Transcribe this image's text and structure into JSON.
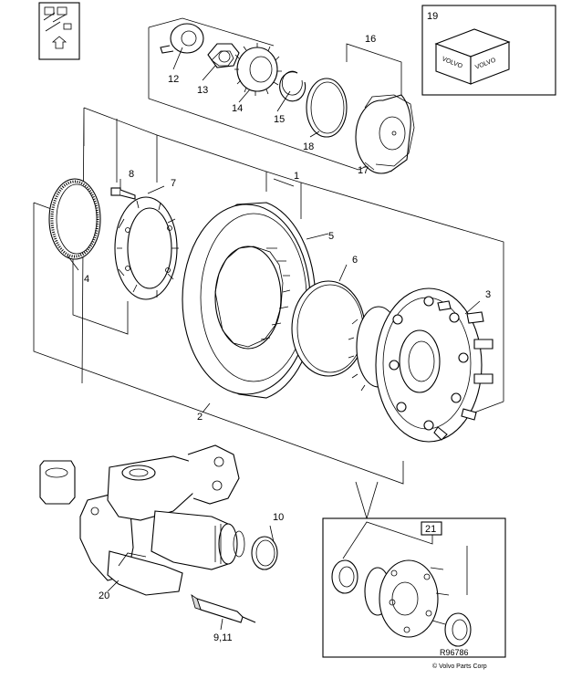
{
  "labels": {
    "p1": "1",
    "p2": "2",
    "p3": "3",
    "p4": "4",
    "p5": "5",
    "p6": "6",
    "p7": "7",
    "p8": "8",
    "p10": "10",
    "p12": "12",
    "p13": "13",
    "p14": "14",
    "p15": "15",
    "p16": "16",
    "p17": "17",
    "p18": "18",
    "p19": "19",
    "p20": "20",
    "p21": "21",
    "p9_11": "9,11"
  },
  "kit_box_text": "VOLVO",
  "reference": "R96786",
  "copyright": "© Volvo Parts Corp"
}
